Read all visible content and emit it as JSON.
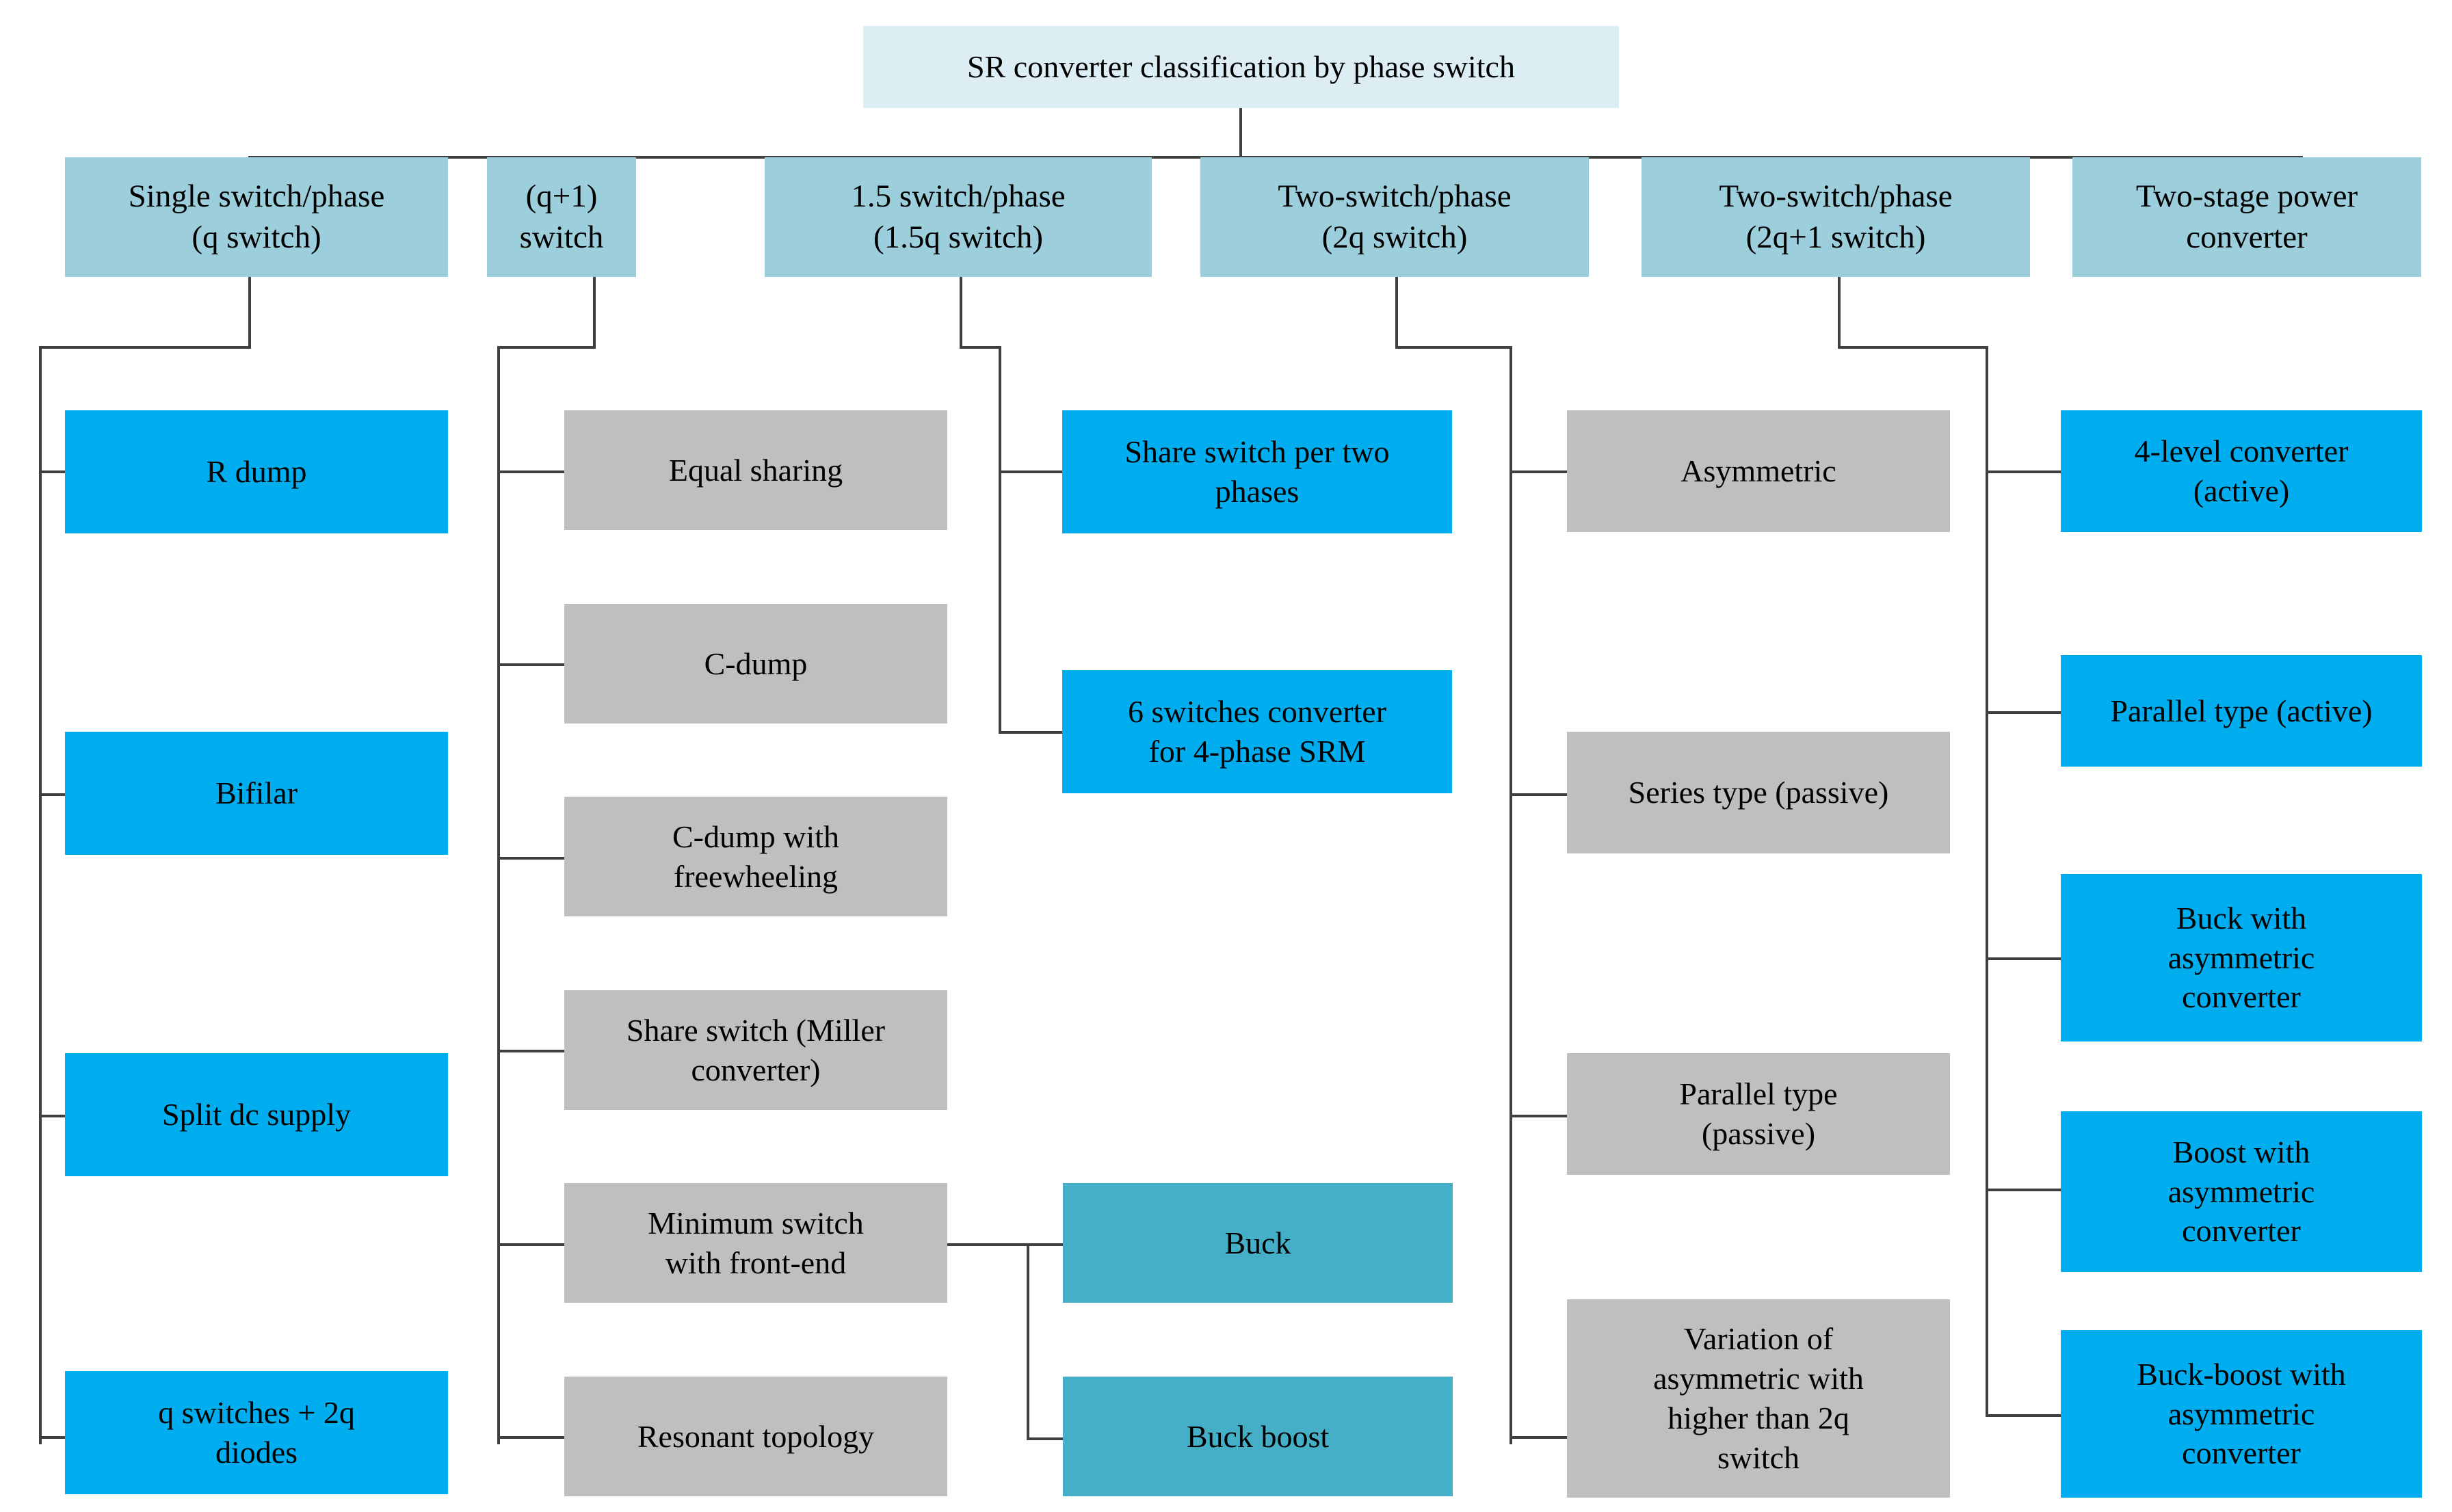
{
  "diagram": {
    "title": "SR converter classification by phase switch",
    "colors": {
      "title_box": "#DCEEF4",
      "header_box": "#9CCEDC",
      "blue_box": "#00AEEF",
      "gray_box": "#BFBFBF",
      "teal_box": "#46AFC8",
      "connector": "#404040",
      "background": "#FFFFFF"
    },
    "headers": [
      {
        "id": "h1",
        "label": "Single switch/phase\n(q switch)"
      },
      {
        "id": "h2",
        "label": "(q+1)\nswitch"
      },
      {
        "id": "h3",
        "label": "1.5  switch/phase\n(1.5q switch)"
      },
      {
        "id": "h4",
        "label": "Two-switch/phase\n(2q switch)"
      },
      {
        "id": "h5",
        "label": "Two-switch/phase\n(2q+1 switch)"
      },
      {
        "id": "h6",
        "label": "Two-stage power\nconverter"
      }
    ],
    "column1": [
      {
        "id": "c1a",
        "label": "R dump"
      },
      {
        "id": "c1b",
        "label": "Bifilar"
      },
      {
        "id": "c1c",
        "label": "Split dc supply"
      },
      {
        "id": "c1d",
        "label": "q switches + 2q\ndiodes"
      }
    ],
    "column2": [
      {
        "id": "c2a",
        "label": "Equal sharing"
      },
      {
        "id": "c2b",
        "label": "C-dump"
      },
      {
        "id": "c2c",
        "label": "C-dump with\nfreewheeling"
      },
      {
        "id": "c2d",
        "label": "Share switch (Miller\nconverter)"
      },
      {
        "id": "c2e",
        "label": "Minimum switch\nwith front-end"
      },
      {
        "id": "c2f",
        "label": "Resonant topology"
      }
    ],
    "column2_sub": [
      {
        "id": "c2s1",
        "label": "Buck"
      },
      {
        "id": "c2s2",
        "label": "Buck boost"
      }
    ],
    "column3": [
      {
        "id": "c3a",
        "label": "Share switch per two\nphases"
      },
      {
        "id": "c3b",
        "label": "6 switches converter\nfor 4-phase SRM"
      }
    ],
    "column4": [
      {
        "id": "c4a",
        "label": "Asymmetric"
      },
      {
        "id": "c4b",
        "label": "Series type (passive)"
      },
      {
        "id": "c4c",
        "label": "Parallel type\n(passive)"
      },
      {
        "id": "c4d",
        "label": "Variation of\nasymmetric with\nhigher than 2q\nswitch"
      }
    ],
    "column5": [
      {
        "id": "c5a",
        "label": "4-level converter\n(active)"
      },
      {
        "id": "c5b",
        "label": "Parallel type (active)"
      },
      {
        "id": "c5c",
        "label": "Buck with\nasymmetric\nconverter"
      },
      {
        "id": "c5d",
        "label": "Boost with\nasymmetric\nconverter"
      },
      {
        "id": "c5e",
        "label": "Buck-boost with\nasymmetric\nconverter"
      }
    ]
  }
}
